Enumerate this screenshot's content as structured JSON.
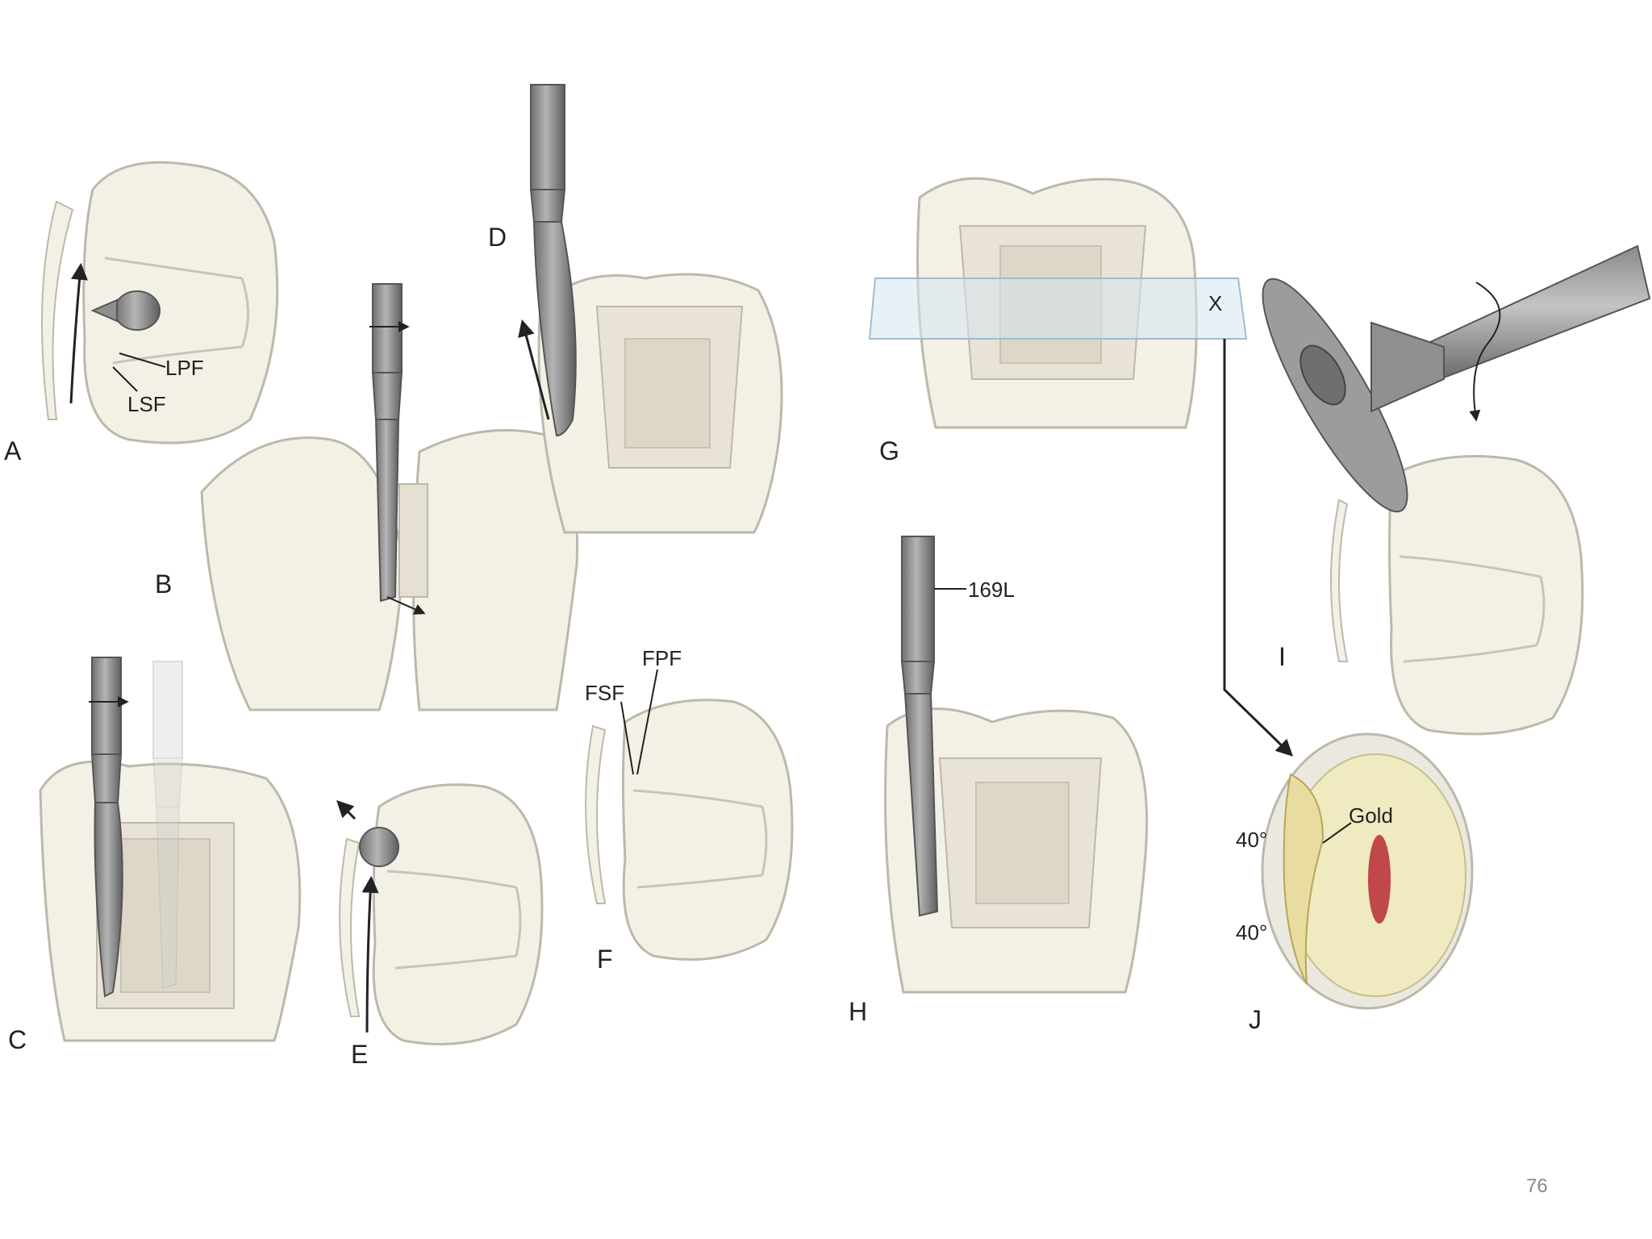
{
  "panels": {
    "a": "A",
    "b": "B",
    "c": "C",
    "d": "D",
    "e": "E",
    "f": "F",
    "g": "G",
    "h": "H",
    "i": "I",
    "j": "J"
  },
  "annotations": {
    "lpf": "LPF",
    "lsf": "LSF",
    "fsf": "FSF",
    "fpf": "FPF",
    "bur": "169L",
    "x_mark": "X",
    "gold": "Gold",
    "angle_top": "40°",
    "angle_bottom": "40°"
  },
  "slide_number": "76",
  "colors": {
    "tooth": "#f3f0e6",
    "outline": "#bdb8aa",
    "instrument": "#8f8f8f",
    "gold": "#e8dca0",
    "pulp": "#c0484a",
    "plane": "#d6e6ef"
  }
}
